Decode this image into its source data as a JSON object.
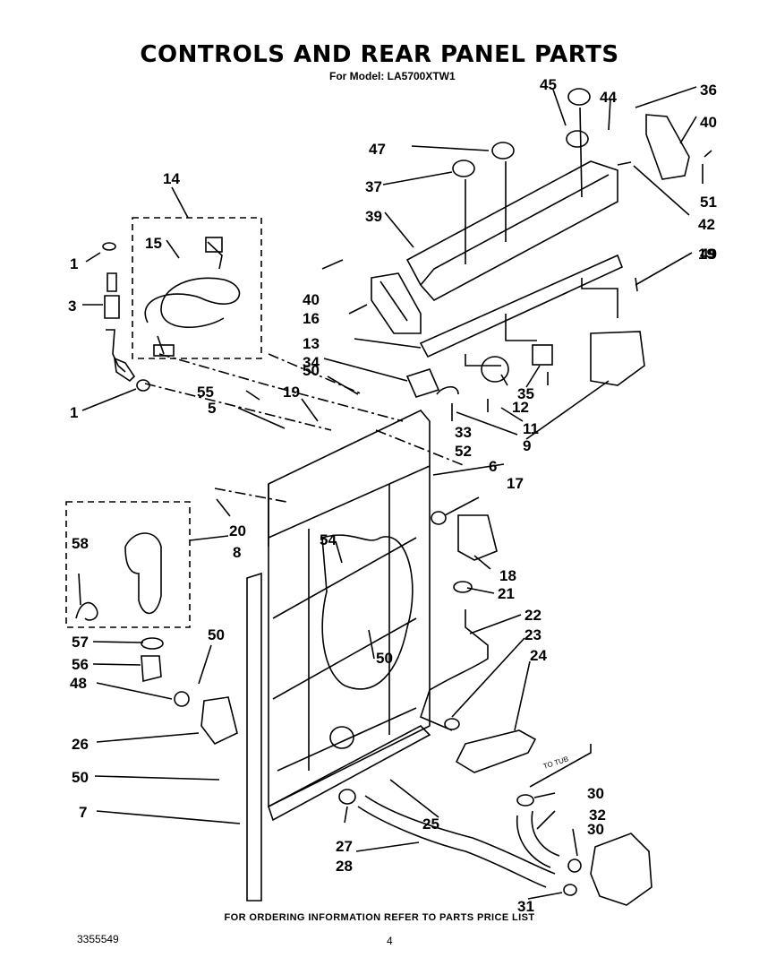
{
  "title": "CONTROLS AND REAR PANEL PARTS",
  "subtitle": "For Model: LA5700XTW1",
  "footer": "FOR ORDERING INFORMATION REFER TO PARTS PRICE LIST",
  "document_number": "3355549",
  "page_number": "4",
  "diagram_note": "TO TUB",
  "callouts": [
    "1",
    "3",
    "1",
    "14",
    "15",
    "40",
    "16",
    "13",
    "34",
    "50",
    "55",
    "5",
    "19",
    "39",
    "37",
    "47",
    "45",
    "44",
    "36",
    "40",
    "51",
    "42",
    "49",
    "19",
    "35",
    "12",
    "11",
    "33",
    "52",
    "9",
    "6",
    "17",
    "20",
    "8",
    "58",
    "57",
    "56",
    "48",
    "50",
    "26",
    "50",
    "7",
    "54",
    "50",
    "18",
    "21",
    "22",
    "23",
    "24",
    "25",
    "27",
    "28",
    "30",
    "32",
    "30",
    "31"
  ]
}
